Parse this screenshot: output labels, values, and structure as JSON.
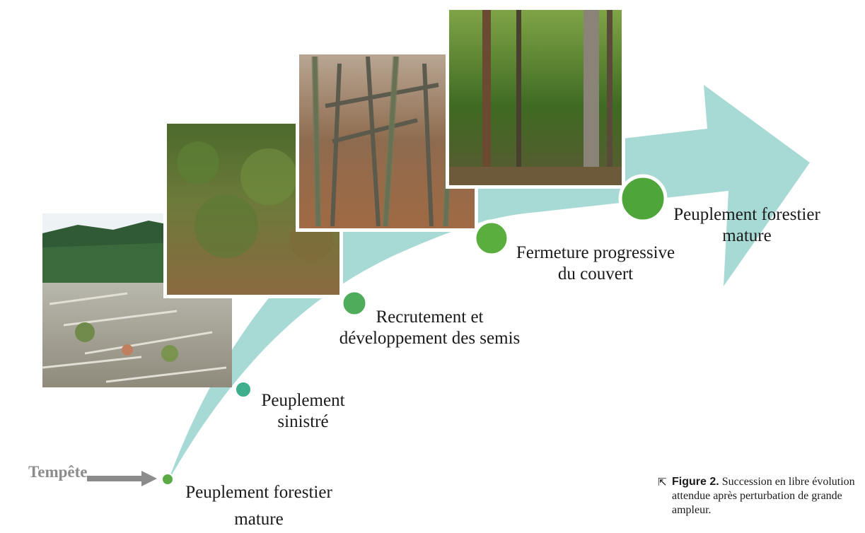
{
  "diagram": {
    "trigger": {
      "label": "Tempête",
      "color": "#8c8c8c"
    },
    "arrow_color": "#a8dad5",
    "stages": [
      {
        "label_lines": [
          "Peuplement forestier",
          "mature"
        ],
        "color": "#5aab46"
      },
      {
        "label_lines": [
          "Peuplement",
          "sinistré"
        ],
        "color": "#3fae8d"
      },
      {
        "label_lines": [
          "Recrutement et",
          "développement des semis"
        ],
        "color": "#4fac5a"
      },
      {
        "label_lines": [
          "Fermeture progressive",
          "du couvert"
        ],
        "color": "#5aae3e"
      },
      {
        "label_lines": [
          "Peuplement forestier",
          "mature"
        ],
        "color": "#4ea63a"
      }
    ]
  },
  "caption": {
    "icon": "north-west-arrow-icon",
    "glyph": "⇱",
    "bold": "Figure 2.",
    "text": " Succession en libre évolution attendue après perturbation de grande ampleur."
  }
}
